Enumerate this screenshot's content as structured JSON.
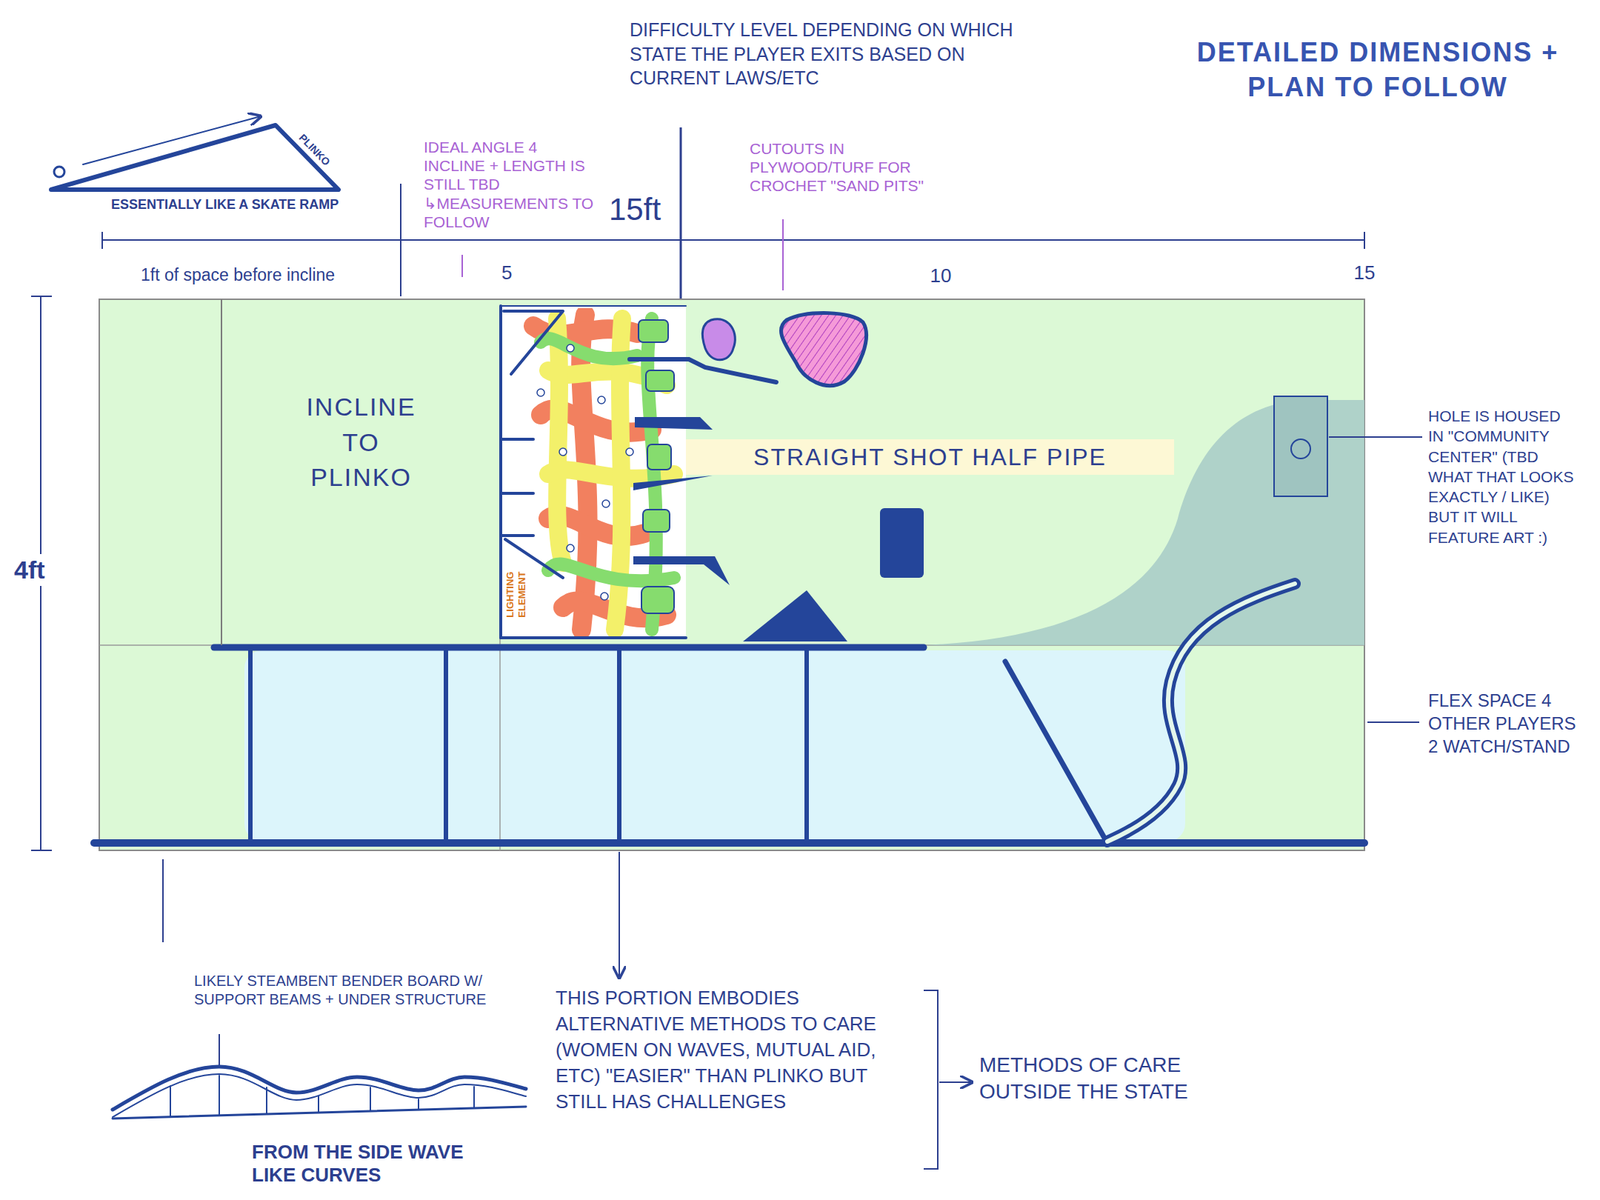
{
  "diagram": {
    "title": "DETAILED DIMENSIONS + PLAN TO FOLLOW",
    "nodes": [
      {
        "text": [
          "INCLINE TO PLINKO"
        ]
      },
      {
        "text": [
          "STRAIGHT SHOT HALF PIPE"
        ]
      }
    ],
    "labels": [
      "DIFFICULTY LEVEL DEPENDING ON WHICH STATE THE PLAYER EXITS BASED ON CURRENT LAWS/ETC",
      "IDEAL ANGLE 4 INCLINE + LENGTH IS STILL TBD ↳MEASUREMENTS TO FOLLOW",
      "CUTOUTS IN PLYWOOD/TURF FOR CROCHET \"SAND PITS\"",
      "PLINKO",
      "ESSENTIALLY LIKE A SKATE RAMP",
      "15ft",
      "1ft of space before incline",
      "5",
      "10",
      "15",
      "4ft",
      "LIGHTING ELEMENT",
      "HOLE IS HOUSED IN \"COMMUNITY CENTER\" (TBD WHAT THAT LOOKS EXACTLY / LIKE) BUT IT WILL FEATURE ART :)",
      "FLEX SPACE 4 OTHER PLAYERS 2 WATCH/STAND",
      "LIKELY STEAMBENT BENDER BOARD W/ SUPPORT BEAMS + UNDER STRUCTURE",
      "FROM THE SIDE WAVE LIKE CURVES",
      "THIS PORTION EMBODIES ALTERNATIVE METHODS TO CARE (WOMEN ON WAVES, MUTUAL AID, ETC) \"EASIER\" THAN PLINKO BUT STILL HAS CHALLENGES",
      "METHODS OF CARE OUTSIDE THE STATE"
    ]
  }
}
